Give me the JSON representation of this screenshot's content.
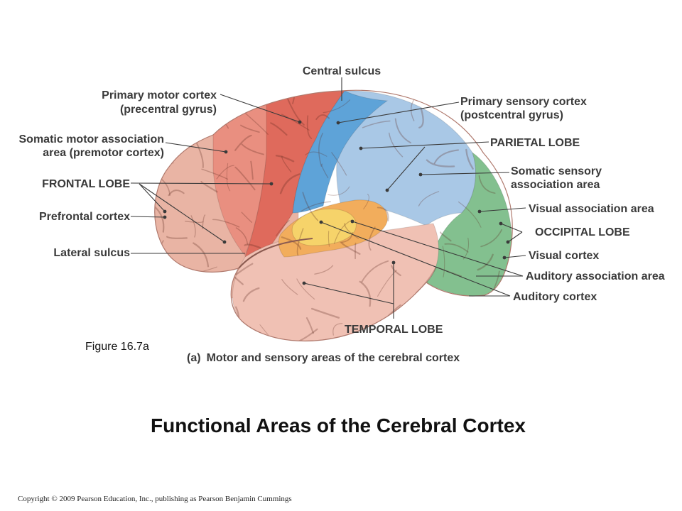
{
  "labels": {
    "central_sulcus": "Central sulcus",
    "primary_motor_1": "Primary motor cortex",
    "primary_motor_2": "(precentral gyrus)",
    "somatic_motor_1": "Somatic motor association",
    "somatic_motor_2": "area (premotor cortex)",
    "frontal_lobe": "FRONTAL LOBE",
    "prefrontal": "Prefrontal cortex",
    "lateral_sulcus": "Lateral sulcus",
    "primary_sensory_1": "Primary sensory cortex",
    "primary_sensory_2": "(postcentral gyrus)",
    "parietal_lobe": "PARIETAL LOBE",
    "somatic_sensory_1": "Somatic sensory",
    "somatic_sensory_2": "association area",
    "visual_association": "Visual association area",
    "occipital_lobe": "OCCIPITAL LOBE",
    "visual_cortex": "Visual cortex",
    "auditory_association": "Auditory association area",
    "auditory_cortex": "Auditory cortex",
    "temporal_lobe": "TEMPORAL LOBE"
  },
  "figure_label": "Figure 16.7a",
  "caption_tag": "(a)",
  "caption": "Motor and sensory areas of the cerebral cortex",
  "title": "Functional Areas of the Cerebral Cortex",
  "copyright": "Copyright © 2009 Pearson Education, Inc., publishing as Pearson Benjamin Cummings",
  "colors": {
    "frontal": "#e9b4a4",
    "premotor": "#e98f80",
    "primary_motor": "#df6a5c",
    "primary_sensory": "#5ea3d8",
    "parietal": "#a9c8e6",
    "occipital": "#83c08f",
    "temporal": "#f0c1b4",
    "auditory_association": "#f2ad5c",
    "auditory_cortex": "#f6d36a",
    "text": "#3a3a3a"
  }
}
